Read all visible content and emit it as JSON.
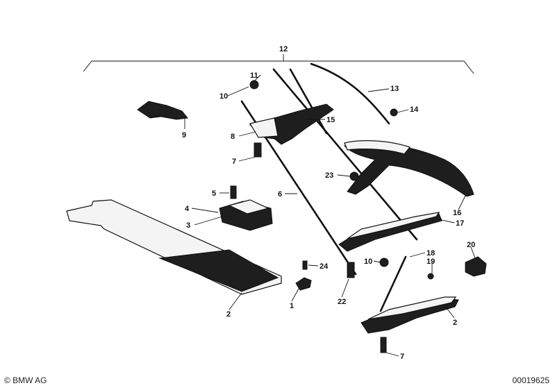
{
  "diagram": {
    "callouts": [
      {
        "id": "c12",
        "text": "12"
      },
      {
        "id": "c11",
        "text": "11"
      },
      {
        "id": "c10a",
        "text": "10"
      },
      {
        "id": "c13",
        "text": "13"
      },
      {
        "id": "c14",
        "text": "14"
      },
      {
        "id": "c15",
        "text": "15"
      },
      {
        "id": "c9",
        "text": "9"
      },
      {
        "id": "c8",
        "text": "8"
      },
      {
        "id": "c7a",
        "text": "7"
      },
      {
        "id": "c23",
        "text": "23"
      },
      {
        "id": "c6",
        "text": "6"
      },
      {
        "id": "c5",
        "text": "5"
      },
      {
        "id": "c4",
        "text": "4"
      },
      {
        "id": "c3",
        "text": "3"
      },
      {
        "id": "c16",
        "text": "16"
      },
      {
        "id": "c17",
        "text": "17"
      },
      {
        "id": "c18",
        "text": "18"
      },
      {
        "id": "c19",
        "text": "19"
      },
      {
        "id": "c10b",
        "text": "10"
      },
      {
        "id": "c20",
        "text": "20"
      },
      {
        "id": "c24",
        "text": "24"
      },
      {
        "id": "c22",
        "text": "22"
      },
      {
        "id": "c1",
        "text": "1"
      },
      {
        "id": "c2a",
        "text": "2"
      },
      {
        "id": "c2b",
        "text": "2"
      },
      {
        "id": "c7b",
        "text": "7"
      }
    ]
  },
  "footer": {
    "brand": "© BMW AG",
    "code": "00019625"
  }
}
